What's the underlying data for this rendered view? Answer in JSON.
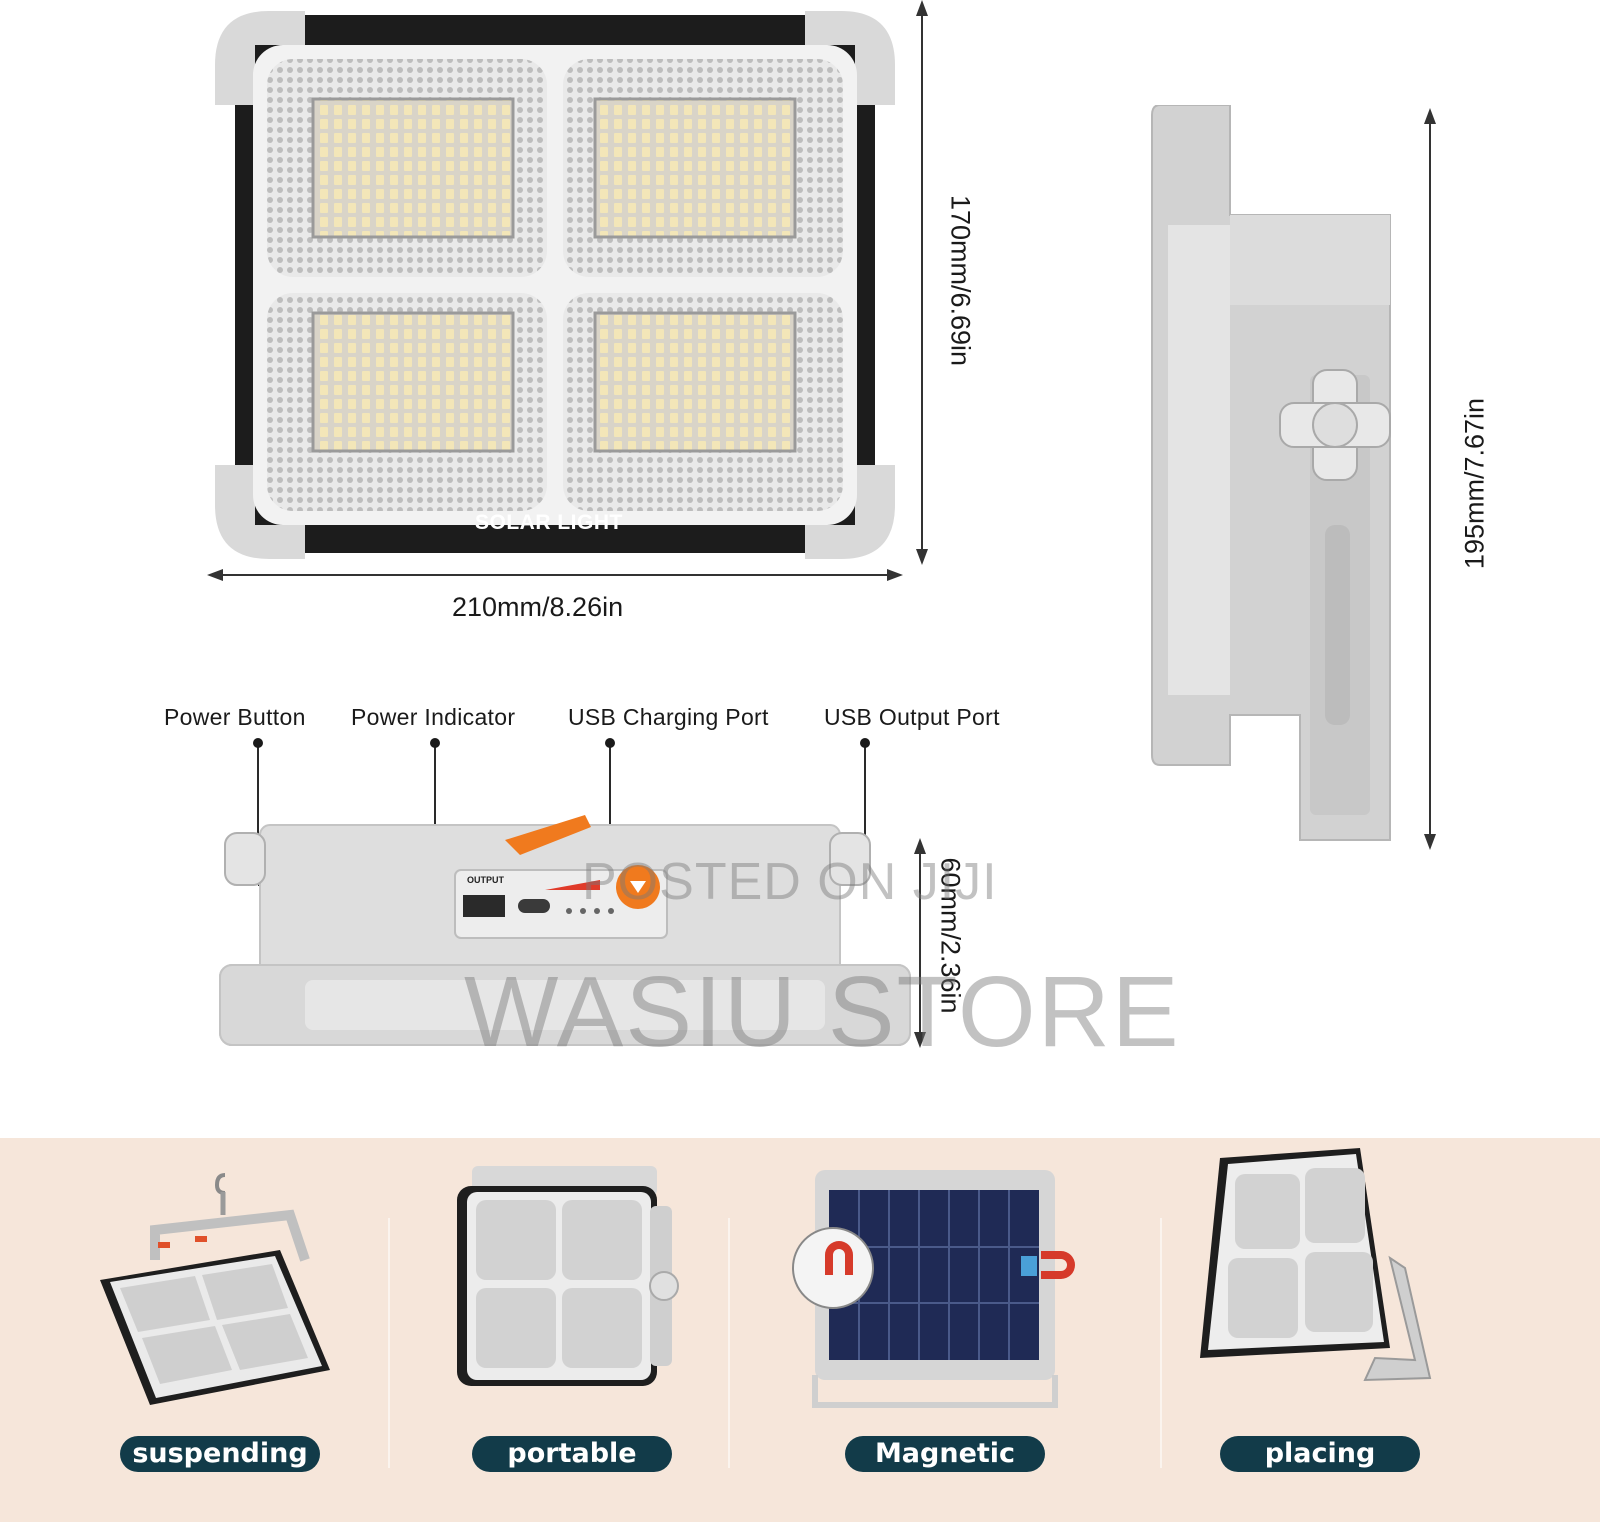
{
  "panel_brand_text": "SOLAR LIGHT",
  "output_port_text": "OUTPUT",
  "dimensions": {
    "width": "210mm/8.26in",
    "height": "170mm/6.69in",
    "side_height": "195mm/7.67in",
    "depth": "60mm/2.36in"
  },
  "callouts": {
    "power_button": "Power Button",
    "power_indicator": "Power Indicator",
    "usb_charging_port": "USB Charging Port",
    "usb_output_port": "USB Output Port"
  },
  "watermark": {
    "posted": "POSTED ON JIJI",
    "store": "WASIU STORE"
  },
  "features": [
    {
      "label": "suspending",
      "icon": "hanging-light-icon"
    },
    {
      "label": "portable",
      "icon": "handle-light-icon"
    },
    {
      "label": "Magnetic",
      "icon": "magnet-solar-panel-icon"
    },
    {
      "label": "placing",
      "icon": "standing-light-icon"
    }
  ],
  "colors": {
    "accent": "#f07a1e",
    "pill": "#123b49",
    "band": "#f6e6da",
    "frame": "#d8d8d8",
    "dark_frame": "#1c1c1c"
  }
}
